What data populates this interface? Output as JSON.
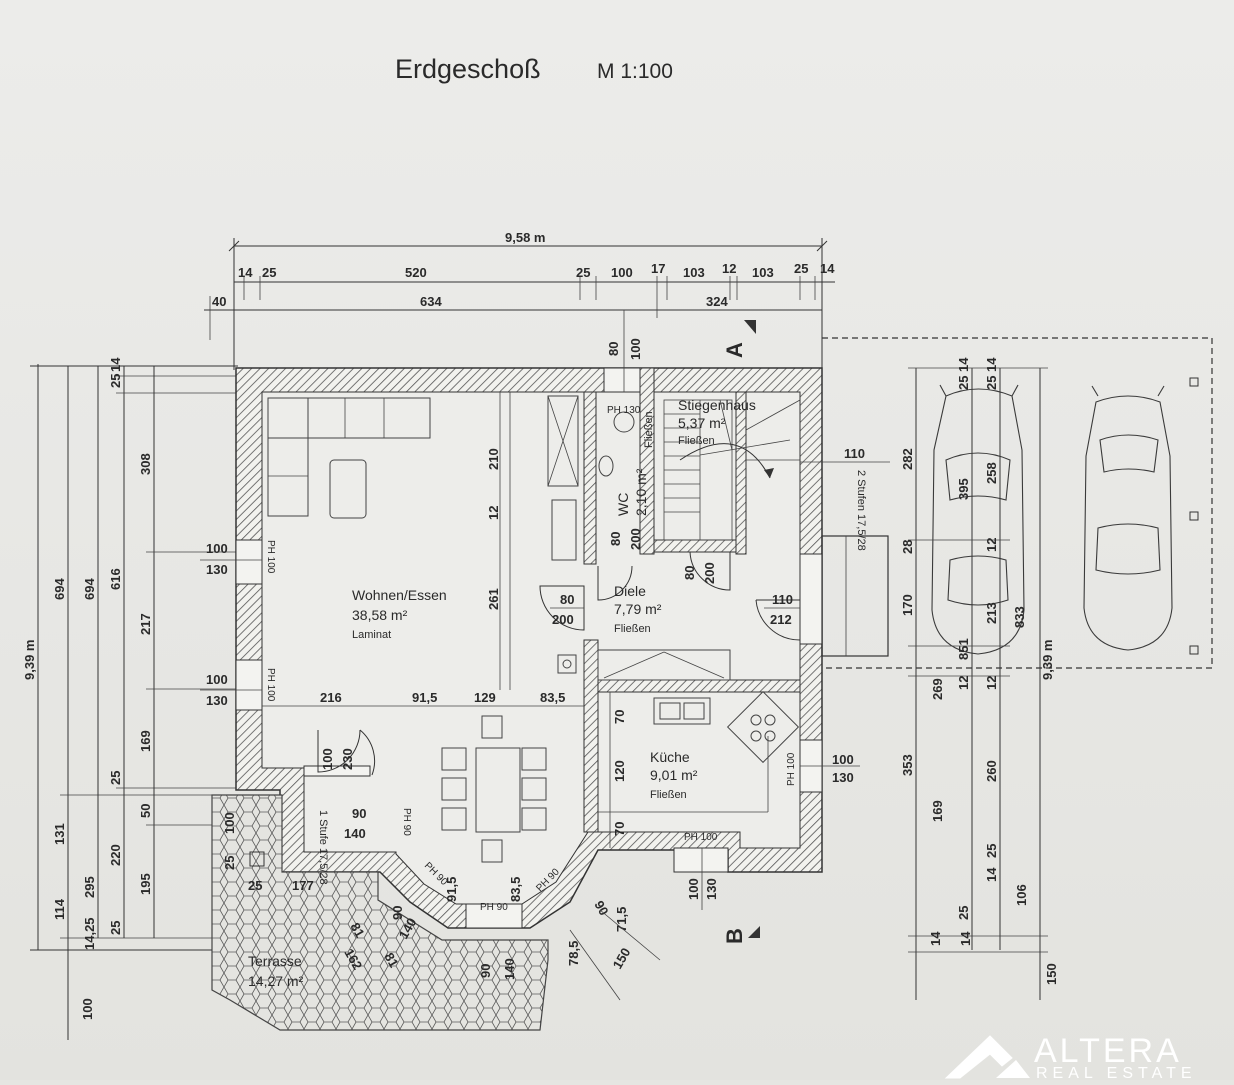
{
  "header": {
    "title": "Erdgeschoß",
    "scale": "M 1:100"
  },
  "dims_top": {
    "total": "9,58 m",
    "row1": [
      "14",
      "25",
      "520",
      "25",
      "100",
      "17",
      "103",
      "12",
      "103",
      "25",
      "14"
    ],
    "row2": [
      "40",
      "634",
      "324"
    ]
  },
  "dims_left": {
    "total": "9,39 m",
    "c1": [
      "694",
      "114",
      "14,25",
      "100"
    ],
    "c2": [
      "694",
      "295",
      "131"
    ],
    "c3": [
      "25",
      "14",
      "616",
      "25",
      "220"
    ],
    "c4": [
      "308",
      "217",
      "169",
      "50",
      "195",
      "25"
    ]
  },
  "dims_right": {
    "total": "9,39 m",
    "a": [
      "282",
      "28",
      "170",
      "269",
      "353",
      "169",
      "14",
      "150"
    ],
    "b": [
      "14",
      "25",
      "395",
      "851",
      "12",
      "260",
      "25",
      "14",
      "106",
      "14"
    ],
    "c": [
      "14",
      "25",
      "258",
      "12",
      "213",
      "12",
      "833",
      "25"
    ]
  },
  "rooms": {
    "wohnen": {
      "name": "Wohnen/Essen",
      "area": "38,58 m²",
      "floor": "Laminat"
    },
    "diele": {
      "name": "Diele",
      "area": "7,79 m²",
      "floor": "Fließen"
    },
    "kueche": {
      "name": "Küche",
      "area": "9,01 m²",
      "floor": "Fließen"
    },
    "stiegenhaus": {
      "name": "Stiegenhaus",
      "area": "5,37 m²",
      "floor": "Fließen"
    },
    "wc": {
      "name": "WC",
      "area": "2,10 m²",
      "floor": "Fließen"
    },
    "terrasse": {
      "name": "Terrasse",
      "area": "14,27 m²"
    }
  },
  "openings": {
    "w1a": "100",
    "w1b": "130",
    "w1ph": "PH 100",
    "w2a": "100",
    "w2b": "130",
    "w2ph": "PH 100",
    "wc_a": "80",
    "wc_b": "100",
    "wc_ph": "PH 130",
    "k_a": "100",
    "k_b": "130",
    "k_ph": "PH 100",
    "kb_a": "100",
    "kb_b": "130",
    "kb_ph": "PH 100",
    "bay_ph1": "PH 90",
    "bay_ph2": "PH 90",
    "bay_ph3": "PH 90",
    "bay_d1": "91,5",
    "bay_d2": "83,5",
    "bay_d3": "90",
    "bay_d4": "140",
    "bay_d5": "90",
    "bay_d6": "140",
    "bay_d7": "90",
    "bay_d8": "71,5",
    "bay_d9": "78,5",
    "bay_d10": "150",
    "bay_d11": "81",
    "bay_d12": "162",
    "bay_d13": "81",
    "bay_d14": "90",
    "bay_d15": "140",
    "ter_door_a": "100",
    "ter_door_b": "230",
    "ter_ph": "PH 90",
    "ter_d1": "100",
    "ter_d2": "25",
    "ter_d3": "25",
    "ter_d4": "177",
    "ter_stufe": "1 Stufe 17,5/28",
    "door_diele_a": "80",
    "door_diele_b": "200",
    "door_wc_a": "80",
    "door_wc_b": "200",
    "door_st_a": "80",
    "door_st_b": "200",
    "door_main_a": "110",
    "door_main_b": "212",
    "entry_a": "110",
    "entry_stufen": "2 Stufen 17,5/28",
    "int_210": "210",
    "int_12": "12",
    "int_261": "261",
    "row_216": "216",
    "row_915": "91,5",
    "row_129": "129",
    "row_835": "83,5",
    "k_70a": "70",
    "k_120": "120",
    "k_70b": "70"
  },
  "sections": {
    "a": "A",
    "b": "B"
  },
  "brand": {
    "name": "ALTERA",
    "sub": "REAL ESTATE"
  }
}
